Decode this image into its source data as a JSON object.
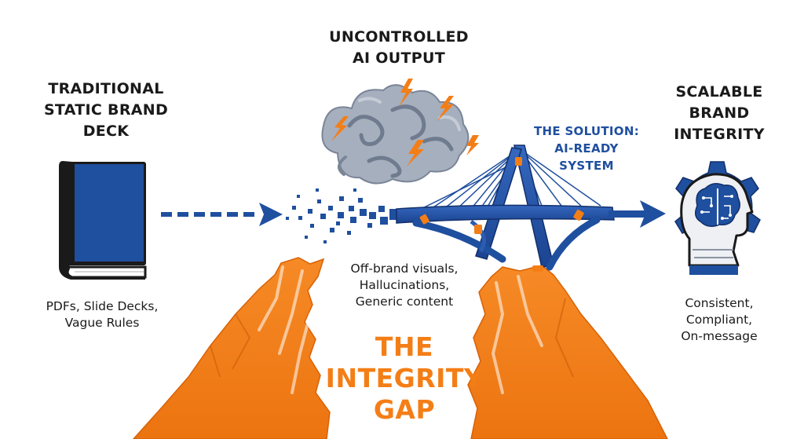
{
  "left": {
    "title_lines": [
      "TRADITIONAL",
      "STATIC BRAND",
      "DECK"
    ],
    "caption_lines": [
      "PDFs, Slide Decks,",
      "Vague Rules"
    ]
  },
  "top": {
    "title_lines": [
      "UNCONTROLLED",
      "AI OUTPUT"
    ]
  },
  "bridge": {
    "label_lines": [
      "THE SOLUTION:",
      "AI-READY",
      "SYSTEM"
    ]
  },
  "middle": {
    "caption_lines": [
      "Off-brand visuals,",
      "Hallucinations,",
      "Generic content"
    ]
  },
  "gap": {
    "title_lines": [
      "THE",
      "INTEGRITY",
      "GAP"
    ]
  },
  "right": {
    "title_lines": [
      "SCALABLE",
      "BRAND",
      "INTEGRITY"
    ],
    "caption_lines": [
      "Consistent,",
      "Compliant,",
      "On-message"
    ]
  },
  "colors": {
    "navy": "#1f4f9f",
    "orange": "#f47e16",
    "storm": "#8c97a8"
  },
  "icons": [
    "book-icon",
    "storm-cloud-icon",
    "lightning-icon",
    "bridge-icon",
    "ai-head-icon",
    "gear-icon",
    "brain-circuit-icon",
    "arrow-icon"
  ]
}
